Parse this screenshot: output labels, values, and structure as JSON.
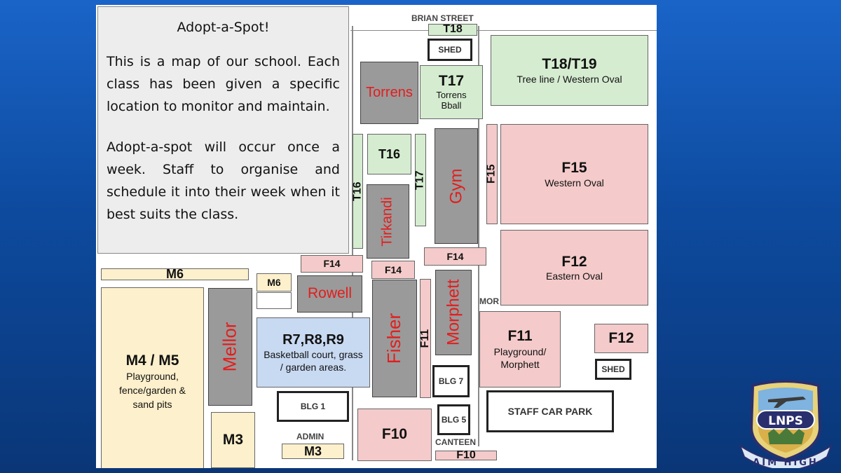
{
  "intro": {
    "title": "Adopt-a-Spot!",
    "paragraph1": "This is a map of our school. Each class has been given a specific location to monitor and maintain.",
    "paragraph2": "Adopt-a-spot will occur once a week. Staff to organise and schedule it into their week when it best suits the class."
  },
  "streets": {
    "brian": "BRIAN STREET",
    "mor": "MOR"
  },
  "zones": {
    "t18_top": "T18",
    "t18_t19": {
      "title": "T18/T19",
      "desc": "Tree line / Western Oval"
    },
    "t17": {
      "title": "T17",
      "desc1": "Torrens",
      "desc2": "Bball"
    },
    "t16": "T16",
    "t16_side": "T16",
    "t17_side": "T17",
    "f15_side": "F15",
    "f15": {
      "title": "F15",
      "desc": "Western Oval"
    },
    "f12": {
      "title": "F12",
      "desc": "Eastern Oval"
    },
    "f12_small": "F12",
    "f14_a": "F14",
    "f14_b": "F14",
    "f14_c": "F14",
    "m6_strip": "M6",
    "m6_small": "M6",
    "r7": {
      "title": "R7,R8,R9",
      "desc": "Basketball court, grass / garden areas."
    },
    "m4m5": {
      "title": "M4 / M5",
      "desc": "Playground, fence/garden & sand pits"
    },
    "m3_box": "M3",
    "m3_strip": "M3",
    "f11": {
      "title": "F11",
      "desc": "Playground/ Morphett"
    },
    "f11_side": "F11",
    "f10": "F10",
    "f10_strip": "F10"
  },
  "buildings": {
    "torrens": "Torrens",
    "gym": "Gym",
    "tirkandi": "Tirkandi",
    "rowell": "Rowell",
    "mellor": "Mellor",
    "fisher": "Fisher",
    "morphett": "Morphett"
  },
  "structures": {
    "shed_top": "SHED",
    "shed_right": "SHED",
    "blg7": "BLG 7",
    "blg5": "BLG 5",
    "blg1": "BLG 1",
    "staff_car_park": "STAFF CAR PARK",
    "admin": "ADMIN",
    "canteen": "CANTEEN"
  },
  "logo": {
    "initials": "LNPS",
    "motto": "AIM HIGH"
  },
  "colors": {
    "pink_zone": "#f4caca",
    "green_zone": "#d5ecd0",
    "yellow_zone": "#fdf0cc",
    "blue_zone": "#c8d9f2",
    "building": "#9a9a9a",
    "building_label": "#e31d1d"
  }
}
